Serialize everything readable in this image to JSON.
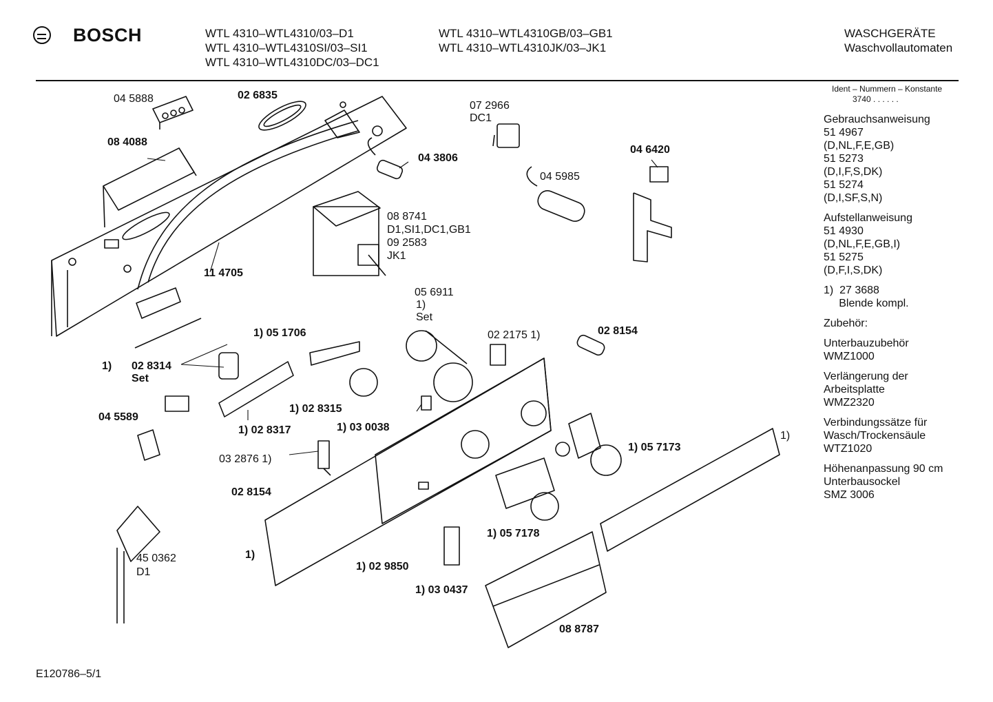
{
  "header": {
    "brand": "BOSCH",
    "models_col1": [
      "WTL 4310–WTL4310/03–D1",
      "WTL 4310–WTL4310SI/03–SI1",
      "WTL 4310–WTL4310DC/03–DC1"
    ],
    "models_col2": [
      "WTL 4310–WTL4310GB/03–GB1",
      "WTL 4310–WTL4310JK/03–JK1"
    ],
    "category": "WASCHGERÄTE",
    "subcategory": "Waschvollautomaten"
  },
  "sidebar": {
    "ident_title": "Ident – Nummern – Konstante",
    "ident_value": "3740 . . . . . .",
    "lines": [
      "Gebrauchsanweisung",
      "51 4967",
      "(D,NL,F,E,GB)",
      "51 5273",
      "(D,I,F,S,DK)",
      "51 5274",
      "(D,I,SF,S,N)",
      "",
      "Aufstellanweisung",
      "51 4930",
      "(D,NL,F,E,GB,I)",
      "51 5275",
      "(D,F,I,S,DK)",
      "",
      "1)  27 3688",
      "     Blende kompl.",
      "",
      "Zubehör:",
      "",
      "Unterbauzubehör",
      "WMZ1000",
      "",
      "Verlängerung der",
      "Arbeitsplatte",
      "WMZ2320",
      "",
      "Verbindungssätze für",
      "Wasch/Trockensäule",
      "WTZ1020",
      "",
      "Höhenanpassung 90 cm",
      "Unterbausockel",
      "SMZ 3006"
    ]
  },
  "parts": {
    "p045888": "04 5888",
    "p026835": "02 6835",
    "p084088": "08 4088",
    "p114705": "11 4705",
    "p072966": "07 2966",
    "pDC1": "DC1",
    "p043806": "04 3806",
    "p046420": "04 6420",
    "p045985": "04 5985",
    "p088741": "08 8741",
    "pD1line": "D1,SI1,DC1,GB1",
    "p092583": "09 2583",
    "pJK1": "JK1",
    "p056911": "05 6911",
    "p056911a": "1)",
    "p056911b": "Set",
    "p022175": "02 2175 1)",
    "p028154a": "02 8154",
    "p051706": "1) 05 1706",
    "p028314pre": "1)",
    "p028314": "02 8314",
    "p028314set": "Set",
    "p028315": "1) 02 8315",
    "p030038": "1) 03 0038",
    "p028317": "1) 02 8317",
    "p045589": "04 5589",
    "p032876": "03 2876 1)",
    "p057173": "1) 05 7173",
    "p1right": "1)",
    "p028154b": "02 8154",
    "p1left": "1)",
    "p057178": "1) 05 7178",
    "p029850": "1) 02 9850",
    "p030437": "1) 03 0437",
    "p450362": "45 0362",
    "pD1": "D1",
    "p088787": "08 8787"
  },
  "footer": {
    "code": "E120786–5/1"
  }
}
